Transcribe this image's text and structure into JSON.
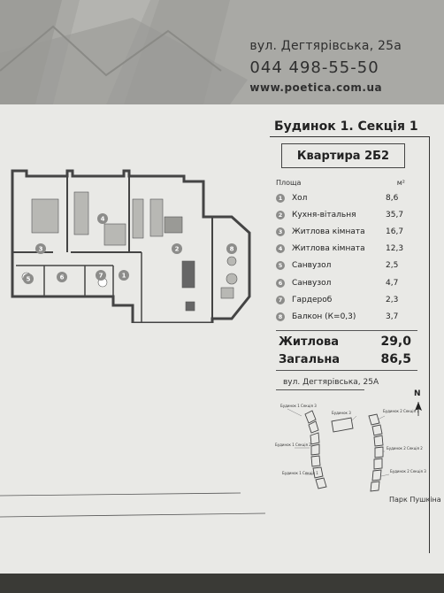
{
  "header": {
    "street": "вул. Дегтярівська, 25а",
    "phone": "044 498-55-50",
    "website": "www.poetica.com.ua"
  },
  "building": "Будинок 1. Секція 1",
  "apartment": "Квартира 2Б2",
  "area_table": {
    "label": "Площа",
    "unit": "м²",
    "rooms": [
      {
        "num": "1",
        "name": "Хол",
        "area": "8,6"
      },
      {
        "num": "2",
        "name": "Кухня-вітальня",
        "area": "35,7"
      },
      {
        "num": "3",
        "name": "Житлова кімната",
        "area": "16,7"
      },
      {
        "num": "4",
        "name": "Житлова кімната",
        "area": "12,3"
      },
      {
        "num": "5",
        "name": "Санвузол",
        "area": "2,5"
      },
      {
        "num": "6",
        "name": "Санвузол",
        "area": "4,7"
      },
      {
        "num": "7",
        "name": "Гардероб",
        "area": "2,3"
      },
      {
        "num": "8",
        "name": "Балкон (К=0,3)",
        "area": "3,7"
      }
    ]
  },
  "totals": {
    "living_label": "Житлова",
    "living_value": "29,0",
    "total_label": "Загальна",
    "total_value": "86,5"
  },
  "site_map": {
    "street": "вул. Дегтярівська, 25А",
    "north": "N",
    "park": "Парк Пушкіна",
    "labels": [
      "Будинок 1 Секція 3",
      "Будинок 3",
      "Будинок 2 Секція 1",
      "Будинок 1 Секція 2",
      "Будинок 1 Секція 1",
      "Будинок 2 Секція 2",
      "Будинок 2 Секція 3"
    ]
  },
  "plan_rooms": [
    "1",
    "2",
    "3",
    "4",
    "5",
    "6",
    "7",
    "8"
  ],
  "colors": {
    "paper": "#e9e9e6",
    "header": "#a9a9a5",
    "badge": "#8c8c8a",
    "background": "#3a3a36"
  }
}
